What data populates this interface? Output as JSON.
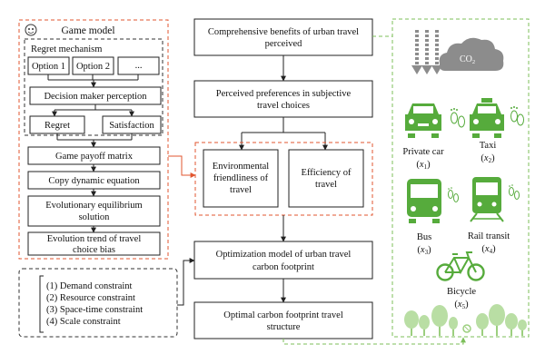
{
  "game_model": {
    "title": "Game model",
    "regret_mechanism": "Regret mechanism",
    "options": [
      "Option 1",
      "Option 2",
      "..."
    ],
    "decision_perception": "Decision maker perception",
    "regret": "Regret",
    "satisfaction": "Satisfaction",
    "payoff_matrix": "Game payoff matrix",
    "copy_dynamic": "Copy dynamic equation",
    "equilibrium": [
      "Evolutionary equilibrium",
      "solution"
    ],
    "evolution_trend": [
      "Evolution trend of travel",
      "choice bias"
    ]
  },
  "constraints": [
    "(1) Demand constraint",
    "(2) Resource constraint",
    "(3) Space-time constraint",
    "(4) Scale constraint"
  ],
  "center": {
    "benefits": [
      "Comprehensive benefits of urban travel",
      "perceived"
    ],
    "preferences": [
      "Perceived preferences in subjective",
      "travel choices"
    ],
    "environmental": [
      "Environmental",
      "friendliness of",
      "travel"
    ],
    "efficiency": [
      "Efficiency of",
      "travel"
    ],
    "optimization": [
      "Optimization model of urban travel",
      "carbon footprint"
    ],
    "optimal": [
      "Optimal carbon footprint travel",
      "structure"
    ]
  },
  "modes": {
    "co2": "CO",
    "co2_sub": "2",
    "private_car": "Private car",
    "private_car_var": "x",
    "private_car_sub": "1",
    "taxi": "Taxi",
    "taxi_var": "x",
    "taxi_sub": "2",
    "bus": "Bus",
    "bus_var": "x",
    "bus_sub": "3",
    "rail": "Rail transit",
    "rail_var": "x",
    "rail_sub": "4",
    "bicycle": "Bicycle",
    "bicycle_var": "x",
    "bicycle_sub": "5"
  },
  "colors": {
    "left_dash": "#e2562f",
    "right_dash": "#7cbf5a",
    "icon_green": "#56ab3c"
  }
}
